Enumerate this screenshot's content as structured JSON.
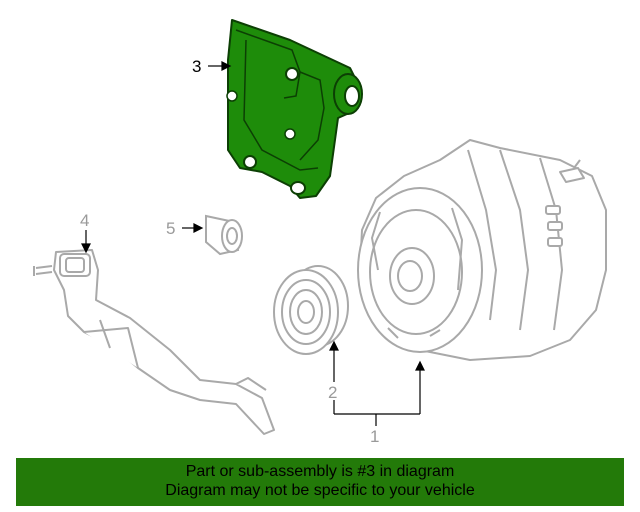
{
  "diagram": {
    "callouts": {
      "c1": "1",
      "c2": "2",
      "c3": "3",
      "c4": "4",
      "c5": "5"
    },
    "highlight_part": "3",
    "colors": {
      "highlight": "#1e8c0a",
      "line_art": "#a9a9a9",
      "banner": "#237a09",
      "text": "#000000"
    }
  },
  "banner": {
    "line1": "Part or sub-assembly is #3 in diagram",
    "line2": "Diagram may not be specific to your vehicle"
  }
}
